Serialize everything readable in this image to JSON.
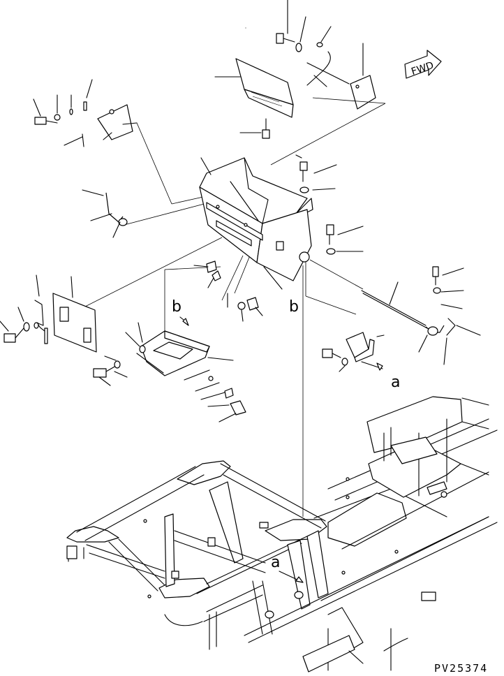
{
  "drawing": {
    "direction_marker": "FWD",
    "view_labels": [
      "b",
      "b",
      "a",
      "a"
    ],
    "drawing_code": "PV25374"
  }
}
